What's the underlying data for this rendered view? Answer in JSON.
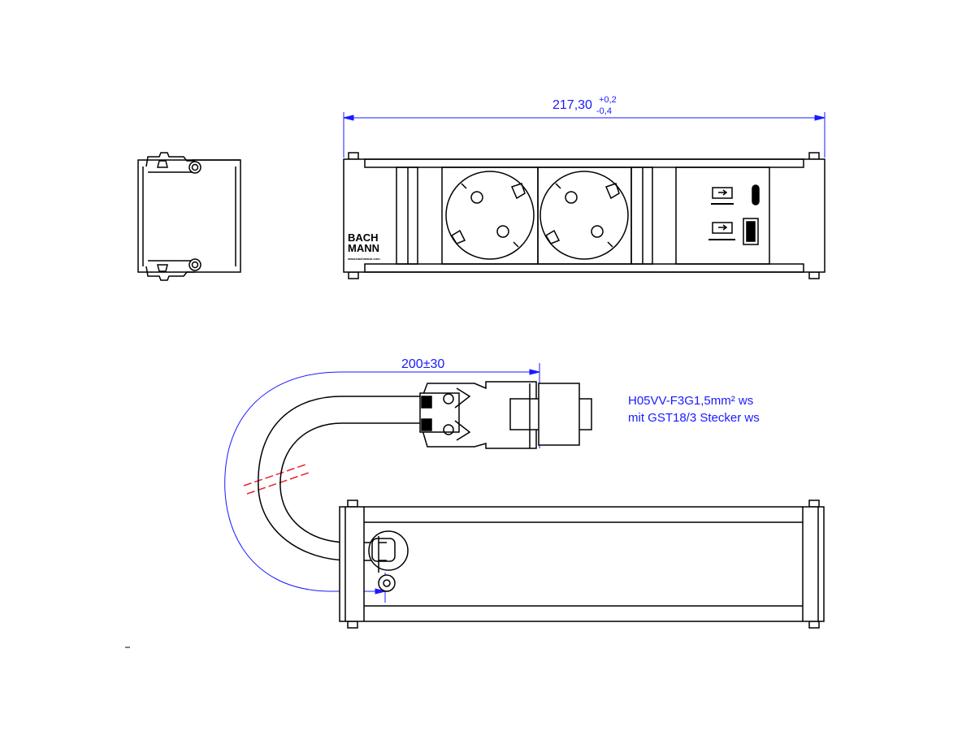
{
  "dimensions": {
    "overall_length": {
      "value": "217,30",
      "tol_upper": "+0,2",
      "tol_lower": "-0,4"
    },
    "cable_length": "200±30"
  },
  "cable_note": {
    "line1": "H05VV-F3G1,5mm² ws",
    "line2": "mit GST18/3  Stecker ws"
  },
  "logo": {
    "line1": "BACH",
    "line2": "MANN",
    "url": "www.bachmann.com"
  },
  "colors": {
    "dimension": "#1a1aff",
    "break_mark": "#e8262b",
    "outline": "#000000"
  }
}
